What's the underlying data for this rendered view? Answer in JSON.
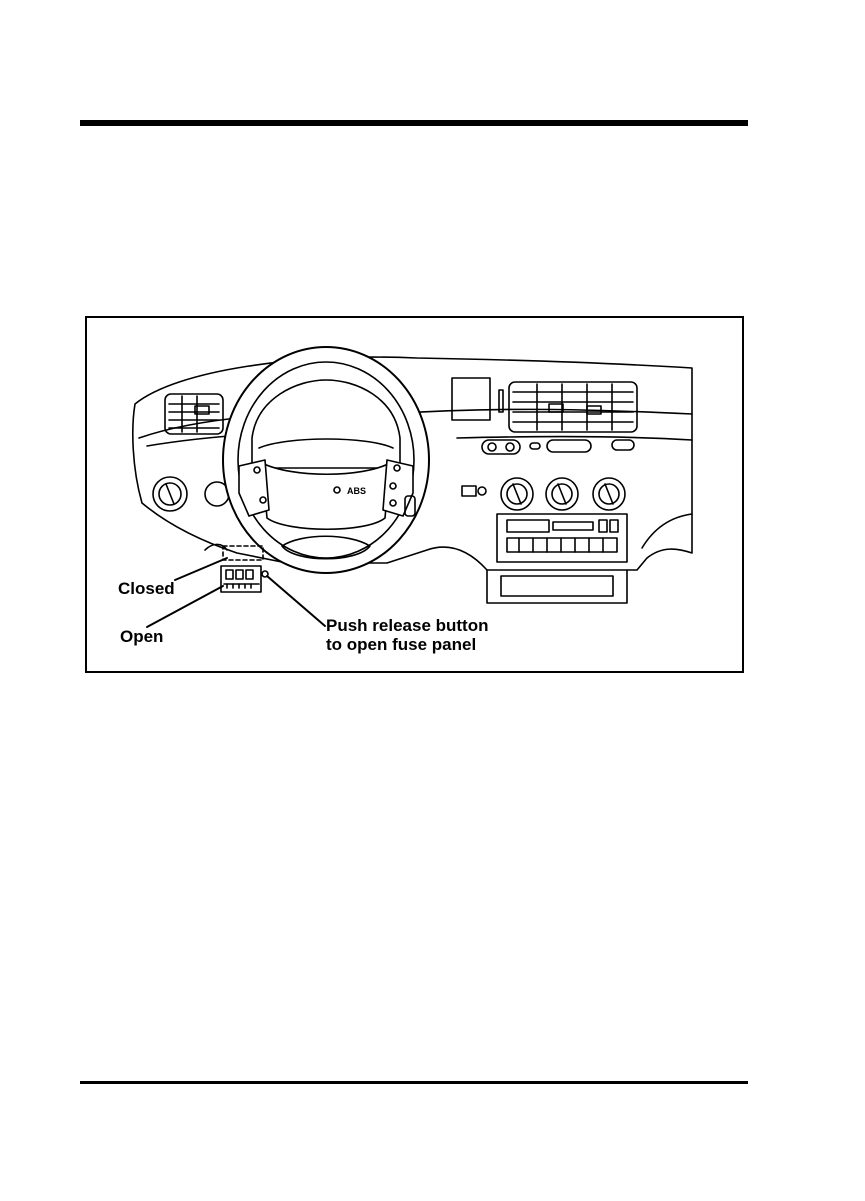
{
  "figure": {
    "labels": {
      "closed": "Closed",
      "open": "Open",
      "push_line1": "Push release button",
      "push_line2": "to open fuse panel"
    },
    "hub_text": "ABS"
  }
}
